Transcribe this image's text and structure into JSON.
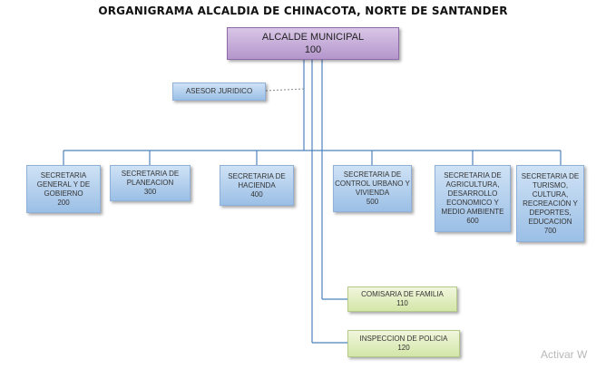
{
  "title": "ORGANIGRAMA ALCALDIA DE CHINACOTA, NORTE DE SANTANDER",
  "mayor": {
    "name": "ALCALDE MUNICIPAL",
    "code": "100"
  },
  "advisor": {
    "name": "ASESOR JURIDICO"
  },
  "secretariats": [
    {
      "name": "SECRETARIA GENERAL Y DE GOBIERNO",
      "code": "200"
    },
    {
      "name": "SECRETARIA DE PLANEACION",
      "code": "300"
    },
    {
      "name": "SECRETARIA DE HACIENDA",
      "code": "400"
    },
    {
      "name": "SECRETARIA DE CONTROL URBANO Y VIVIENDA",
      "code": "500"
    },
    {
      "name": "SECRETARIA DE AGRICULTURA, DESARROLLO ECONOMICO Y MEDIO AMBIENTE",
      "code": "600"
    },
    {
      "name": "SECRETARIA DE TURISMO, CULTURA, RECREACIÓN Y DEPORTES, EDUCACION",
      "code": "700"
    }
  ],
  "offices": [
    {
      "name": "COMISARIA DE FAMILIA",
      "code": "110"
    },
    {
      "name": "INSPECCION DE POLICIA",
      "code": "120"
    }
  ],
  "watermark": "Activar W",
  "colors": {
    "line": "#4d82be",
    "mayor": "#b496cc",
    "secretariat": "#9bbfe6",
    "office": "#d4e6a8"
  }
}
